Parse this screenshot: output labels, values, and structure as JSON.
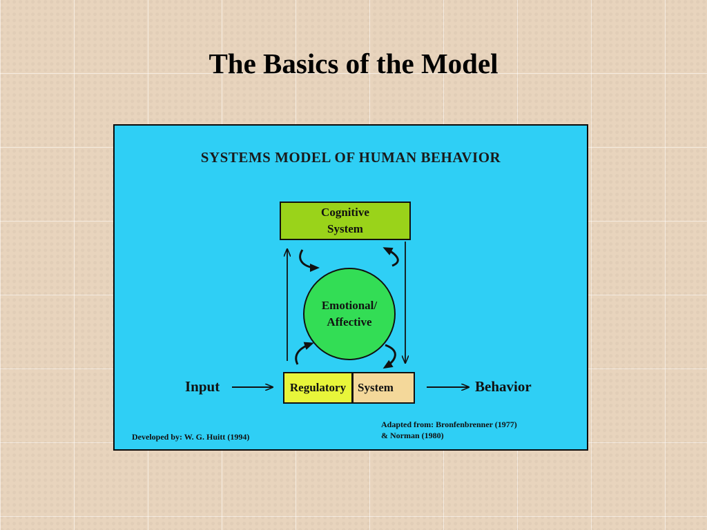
{
  "slide": {
    "title": "The Basics of the Model"
  },
  "diagram": {
    "title": "SYSTEMS MODEL OF HUMAN BEHAVIOR",
    "nodes": {
      "cognitive": "Cognitive\nSystem",
      "emotional": "Emotional/\nAffective",
      "regulatory": "Regulatory",
      "system": "System"
    },
    "input_label": "Input",
    "output_label": "Behavior",
    "credits": {
      "developed_by": "Developed by: W. G. Huitt (1994)",
      "adapted_from_line1": "Adapted from: Bronfenbrenner (1977)",
      "adapted_from_line2": "& Norman (1980)"
    },
    "colors": {
      "panel": "#2fcff5",
      "cognitive": "#9ad31a",
      "emotional": "#33dd55",
      "regulatory": "#e8f53a",
      "system": "#f4d89a",
      "background": "#e8d4bd"
    }
  }
}
